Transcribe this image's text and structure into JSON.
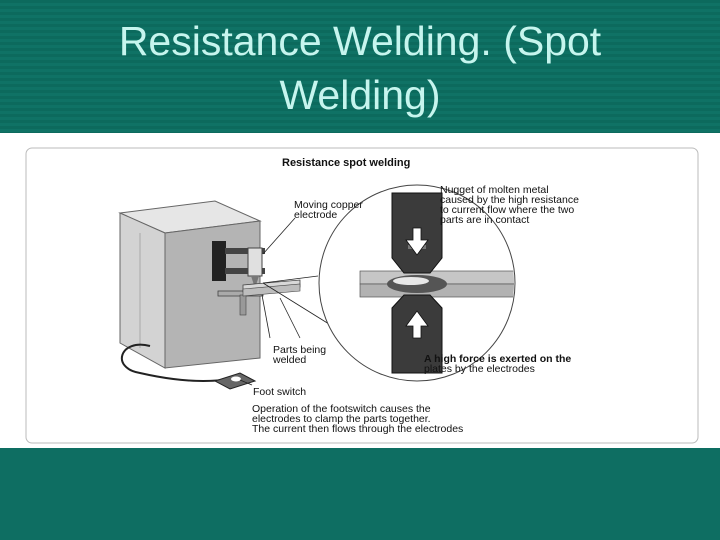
{
  "slide": {
    "title_line1": "Resistance Welding. (Spot",
    "title_line2": "Welding)"
  },
  "figure": {
    "heading": "Resistance spot welding",
    "labels": {
      "moving_electrode": "Moving copper electrode",
      "nugget_line1": "Nugget of molten metal",
      "nugget_line2": "caused by the high resistance",
      "nugget_line3": "to current flow where the two",
      "nugget_line4": "parts are in contact",
      "parts_line1": "Parts being",
      "parts_line2": "welded",
      "force_line1": "A high force is exerted on the",
      "force_line2": "plates by the electrodes",
      "foot_switch": "Foot switch",
      "operation_line1": "Operation of the footswitch causes the",
      "operation_line2": "electrodes to clamp the parts together.",
      "operation_line3": "The current then flows through the electrodes"
    }
  },
  "colors": {
    "background": "#0e6e62",
    "title_text": "#c6f5ee",
    "machine_gray": "#c9c9c9",
    "electrode_dark": "#2a2a2a"
  }
}
